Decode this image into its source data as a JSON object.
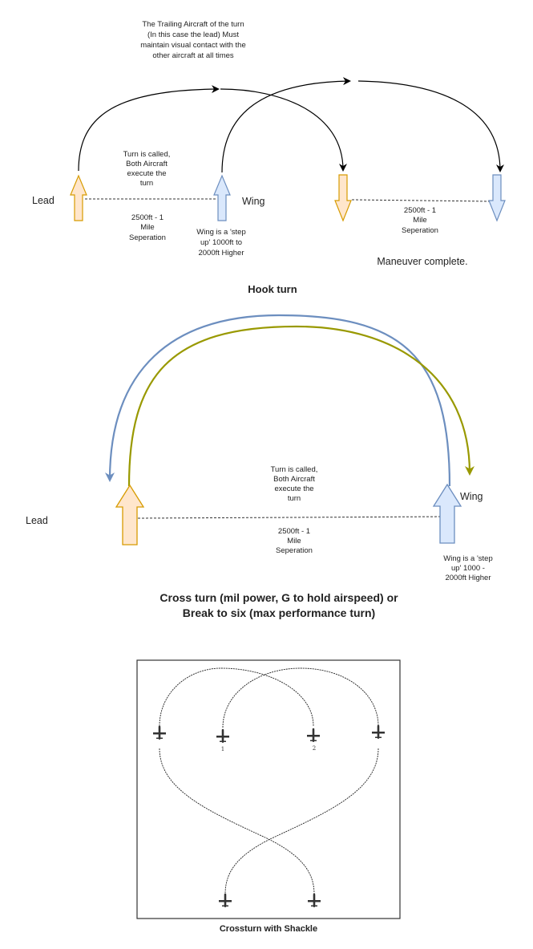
{
  "hook_turn": {
    "note_lines": [
      "The Trailing Aircraft of the turn",
      "(In this case the lead) Must",
      "maintain visual contact with the",
      "other aircraft at all times"
    ],
    "turn_called_lines": [
      "Turn is called,",
      "Both Aircraft",
      "execute the",
      "turn"
    ],
    "lead_label": "Lead",
    "wing_label": "Wing",
    "separation_lines": [
      "2500ft - 1",
      "Mile",
      "Seperation"
    ],
    "separation_right_lines": [
      "2500ft - 1",
      "Mile",
      "Seperation"
    ],
    "wing_note_lines": [
      "Wing is a 'step",
      "up' 1000ft to",
      "2000ft Higher"
    ],
    "complete_label": "Maneuver complete.",
    "caption": "Hook turn"
  },
  "cross_turn": {
    "turn_called_lines": [
      "Turn is called,",
      "Both Aircraft",
      "execute the",
      "turn"
    ],
    "lead_label": "Lead",
    "wing_label": "Wing",
    "separation_lines": [
      "2500ft - 1",
      "Mile",
      "Seperation"
    ],
    "wing_note_lines": [
      "Wing is a 'step",
      "up' 1000 -",
      "2000ft Higher"
    ],
    "caption_lines": [
      "Cross turn (mil power, G to hold airspeed) or",
      "Break to six (max performance turn)"
    ]
  },
  "shackle": {
    "label_1": "1",
    "label_2": "2",
    "caption": "Crossturn with Shackle"
  },
  "colors": {
    "lead_fill": "#ffe6cc",
    "lead_stroke": "#d79b00",
    "wing_fill": "#dae8fc",
    "wing_stroke": "#6c8ebf",
    "blue_path": "#6c8ebf",
    "olive_path": "#999900"
  }
}
